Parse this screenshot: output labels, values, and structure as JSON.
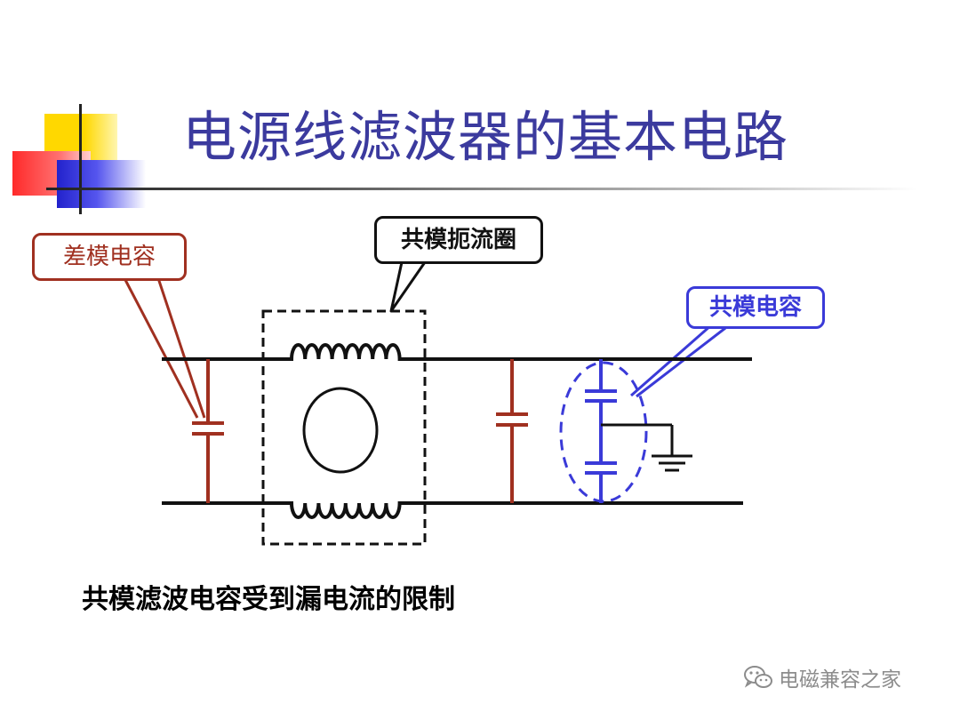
{
  "title": "电源线滤波器的基本电路",
  "callouts": {
    "differential_mode_capacitor": "差模电容",
    "common_mode_choke": "共模扼流圈",
    "common_mode_capacitor": "共模电容"
  },
  "caption": "共模滤波电容受到漏电流的限制",
  "watermark": "电磁兼容之家",
  "colors": {
    "title": "#3b3a9e",
    "differential_mode": "#a03020",
    "common_mode": "#3a3ad8",
    "wire": "#111111"
  },
  "icons": [
    "wechat-icon",
    "ground-symbol",
    "capacitor-symbol",
    "inductor-coil",
    "ferrite-core"
  ]
}
